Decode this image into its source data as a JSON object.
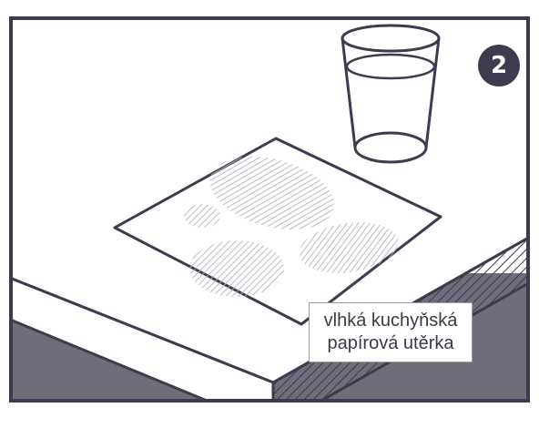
{
  "step_number": "2",
  "callout": {
    "line1": "vlhká kuchyňská",
    "line2": "papírová utěrka"
  },
  "colors": {
    "outline": "#3d3c4f",
    "table_side": "#6e6d7a",
    "badge": "#3d3c4f",
    "wet_spot_hatch": "#b3b3bb"
  }
}
